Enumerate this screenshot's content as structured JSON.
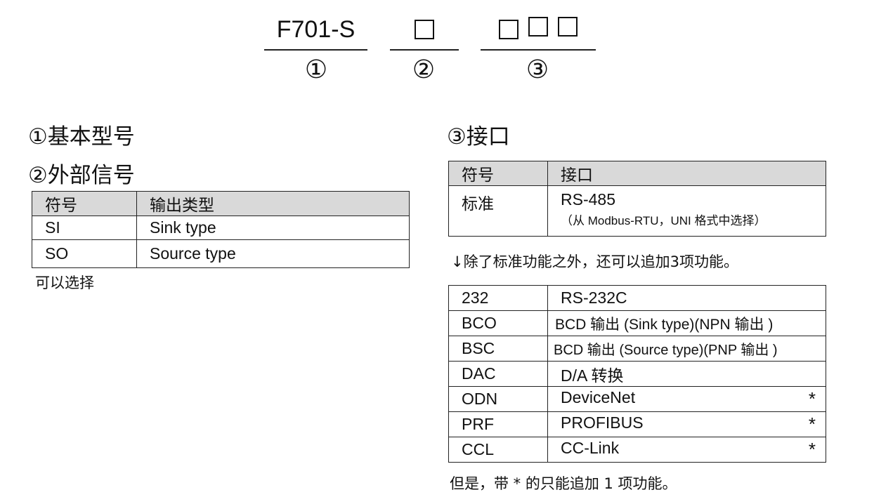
{
  "model": {
    "base": "F701-S",
    "markers": [
      "①",
      "②",
      "③"
    ]
  },
  "section1": {
    "title": "①基本型号"
  },
  "section2": {
    "title": "②外部信号",
    "headers": [
      "符号",
      "输出类型"
    ],
    "rows": [
      [
        "SI",
        "Sink type"
      ],
      [
        "SO",
        "Source type"
      ]
    ],
    "note": "可以选择"
  },
  "section3": {
    "title": "③接口",
    "headers": [
      "符号",
      "接口"
    ],
    "standard": {
      "code": "标准",
      "name": "RS-485",
      "detail": "（从 Modbus-RTU，UNI 格式中选择）"
    },
    "note": "↓除了标准功能之外，还可以追加3项功能。",
    "options": [
      {
        "code": "232",
        "name": "RS-232C",
        "star": ""
      },
      {
        "code": "BCO",
        "name": "BCD 输出 (Sink type)(NPN 输出 )",
        "star": ""
      },
      {
        "code": "BSC",
        "name": "BCD 输出 (Source type)(PNP 输出 )",
        "star": ""
      },
      {
        "code": "DAC",
        "name": "D/A 转换",
        "star": ""
      },
      {
        "code": "ODN",
        "name": "DeviceNet",
        "star": "*"
      },
      {
        "code": "PRF",
        "name": "PROFIBUS",
        "star": "*"
      },
      {
        "code": "CCL",
        "name": "CC-Link",
        "star": "*"
      }
    ],
    "footnote": "但是，带 * 的只能追加 1 项功能。"
  }
}
